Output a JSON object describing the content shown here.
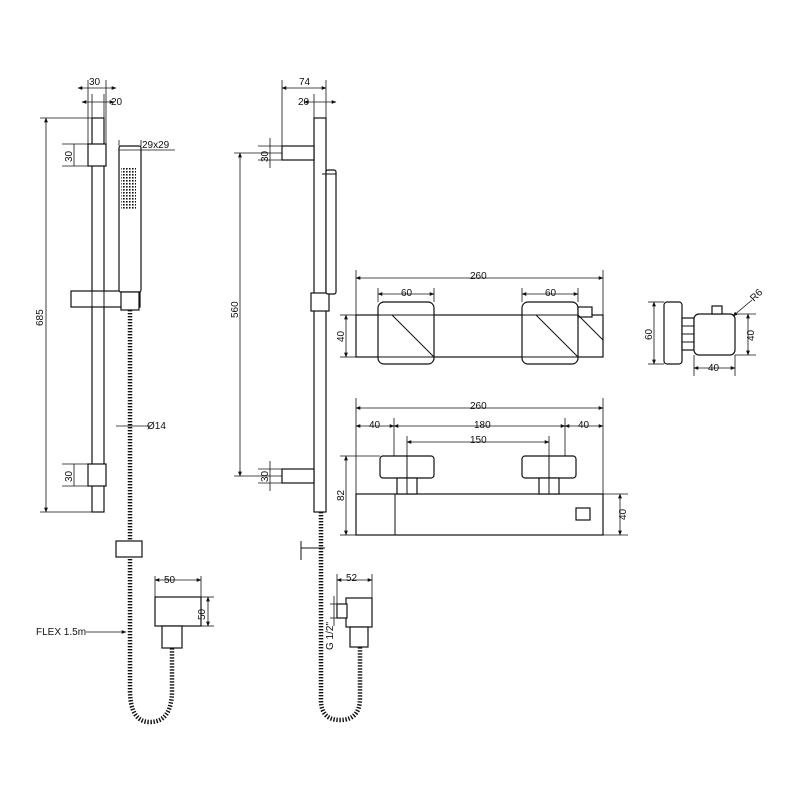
{
  "dimensions": {
    "rail_a": {
      "rail_offset": "30",
      "rail_width": "20",
      "height": "685",
      "bracket_top": "30",
      "bracket_bottom": "30",
      "handset_size": "29x29",
      "hose_diameter": "Ø14",
      "outlet_width": "50",
      "outlet_height": "50",
      "hose_label": "FLEX 1.5m"
    },
    "rail_b": {
      "projection": "74",
      "rail_width": "20",
      "centres": "560",
      "bracket_top": "30",
      "bracket_bottom": "30",
      "outlet_depth": "52",
      "thread": "G 1/2\""
    },
    "valve_top": {
      "length": "260",
      "handle_left": "60",
      "handle_right": "60",
      "height": "40"
    },
    "valve_front": {
      "length": "260",
      "left_inset": "40",
      "centres_max": "180",
      "right_inset": "40",
      "centres_min": "150",
      "overall_height": "82",
      "body_height": "40"
    },
    "valve_side": {
      "height": "60",
      "radius": "R6",
      "handle_height": "40",
      "handle_width": "40"
    }
  }
}
